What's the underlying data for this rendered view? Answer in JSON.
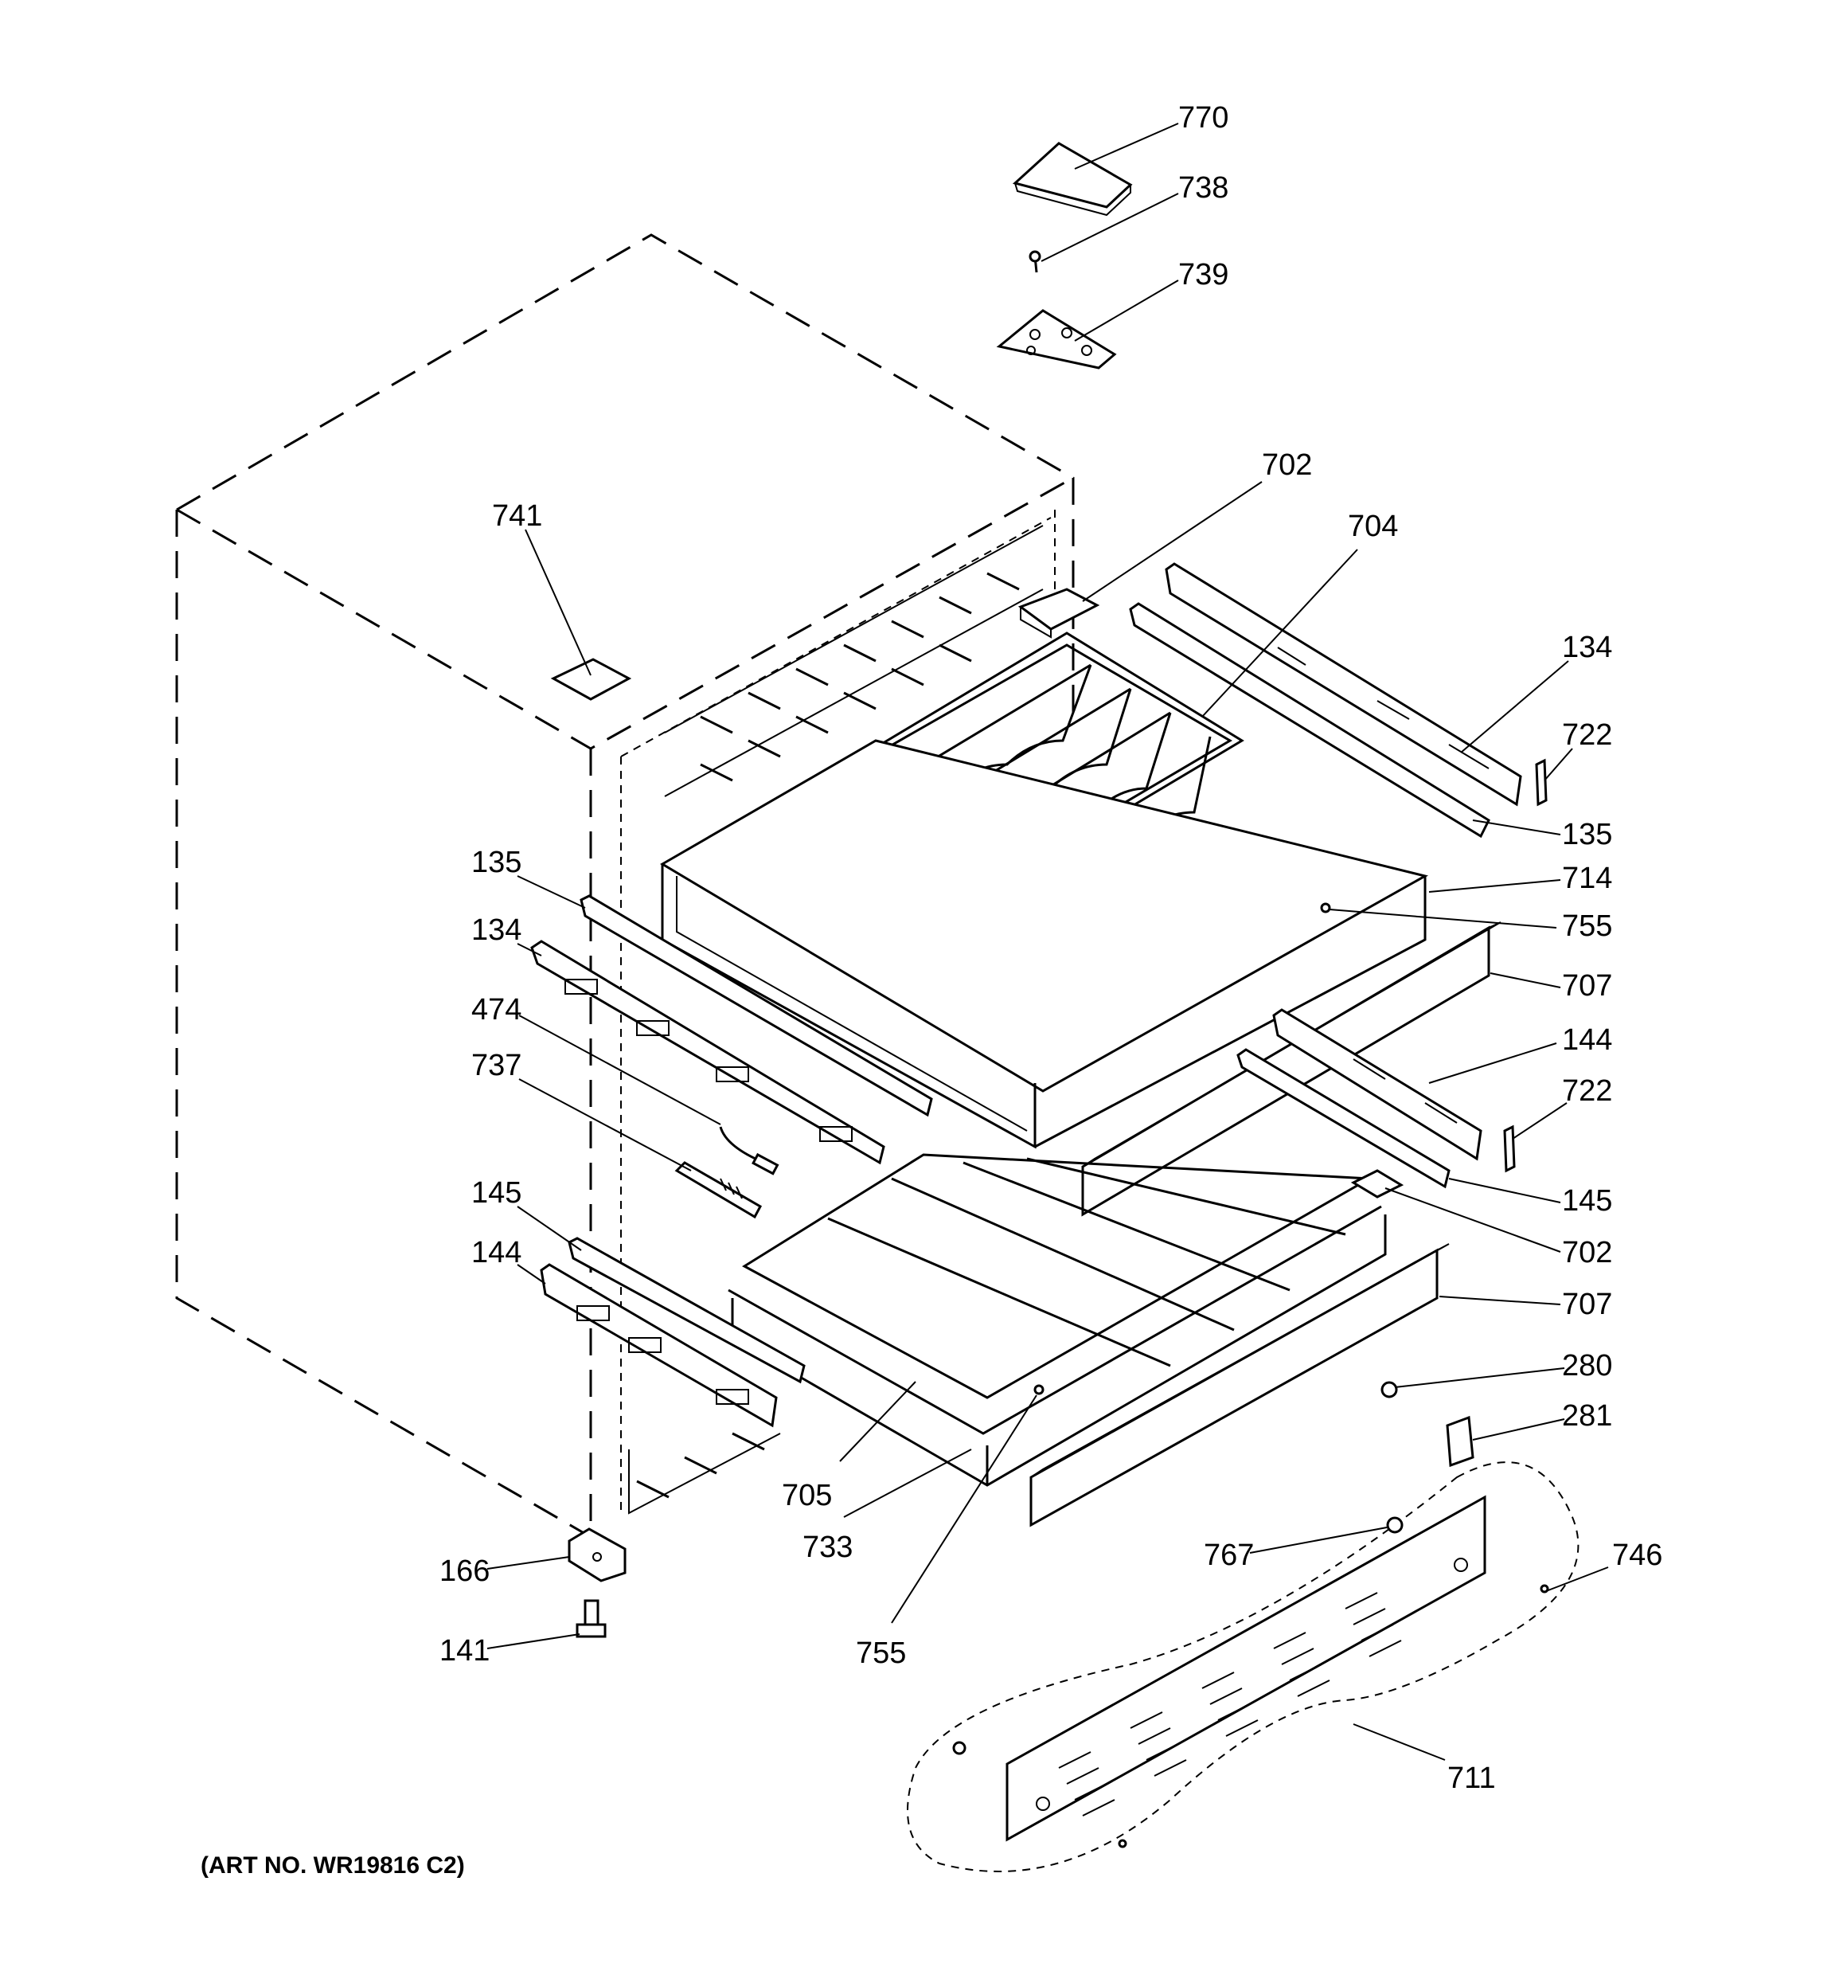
{
  "art_number": "(ART NO. WR19816 C2)",
  "callouts": {
    "c770": "770",
    "c738": "738",
    "c739": "739",
    "c702a": "702",
    "c704": "704",
    "c741": "741",
    "c134a": "134",
    "c722a": "722",
    "c135a": "135",
    "c135b": "135",
    "c714": "714",
    "c134b": "134",
    "c755a": "755",
    "c474": "474",
    "c707a": "707",
    "c737": "737",
    "c144a": "144",
    "c722b": "722",
    "c145a": "145",
    "c145b": "145",
    "c702b": "702",
    "c144b": "144",
    "c707b": "707",
    "c280": "280",
    "c281": "281",
    "c705": "705",
    "c733": "733",
    "c166": "166",
    "c767": "767",
    "c746": "746",
    "c755b": "755",
    "c141": "141",
    "c711": "711"
  }
}
